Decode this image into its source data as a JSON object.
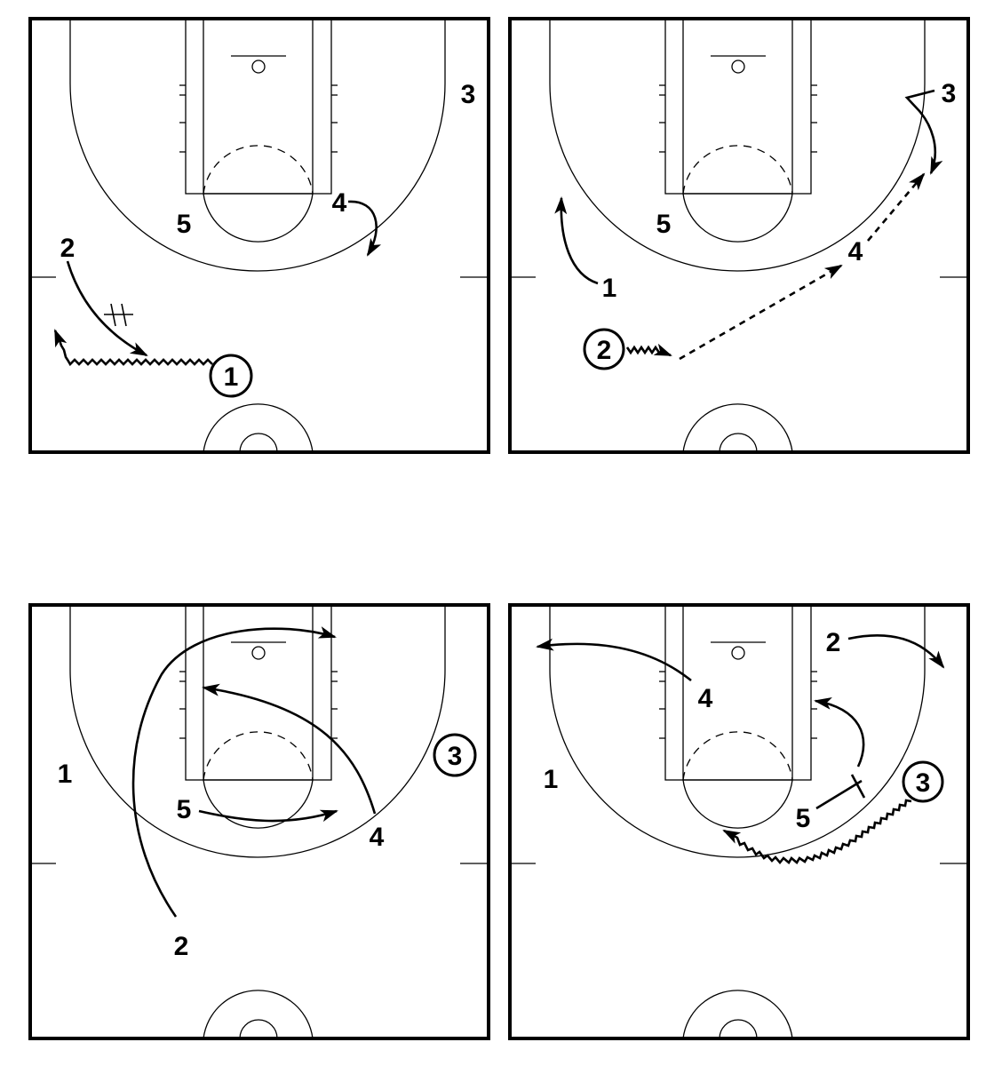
{
  "diagram_1": {
    "p1": "1",
    "p2": "2",
    "p3": "3",
    "p4": "4",
    "p5": "5"
  },
  "diagram_2": {
    "p1": "1",
    "p2": "2",
    "p3": "3",
    "p4": "4",
    "p5": "5"
  },
  "diagram_3": {
    "p1": "1",
    "p2": "2",
    "p3": "3",
    "p4": "4",
    "p5": "5"
  },
  "diagram_4": {
    "p1": "1",
    "p2": "2",
    "p3": "3",
    "p4": "4",
    "p5": "5"
  },
  "ball_handler": {
    "diagram_1": "1",
    "diagram_2": "2",
    "diagram_3": "3",
    "diagram_4": "3"
  },
  "colors": {
    "lines": "#000000",
    "background": "#ffffff"
  }
}
